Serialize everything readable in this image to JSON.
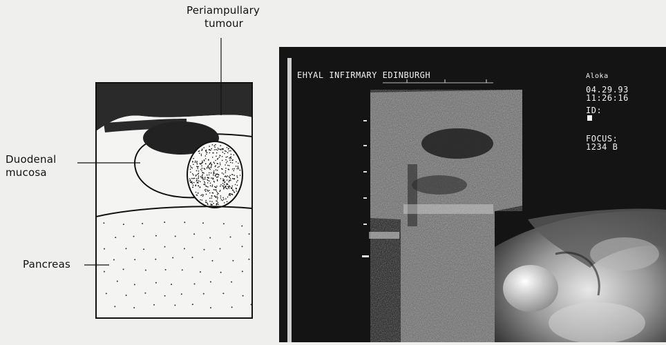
{
  "diagram": {
    "labels": {
      "periampullary_tumour_line1": "Periampullary",
      "periampullary_tumour_line2": "tumour",
      "duodenal_mucosa_line1": "Duodenal",
      "duodenal_mucosa_line2": "mucosa",
      "pancreas": "Pancreas"
    }
  },
  "ultrasound": {
    "header": "EHYAL INFIRMARY EDINBURGH",
    "brand": "Aloka",
    "date": "04.29.93",
    "time": "11:26:16",
    "id_label": "ID:",
    "focus_label": "FOCUS:",
    "focus_value": "1234 B"
  },
  "colors": {
    "page_background": "#efefed",
    "ink": "#111111",
    "scan_background": "#141414",
    "scan_text": "#f2f2f2"
  }
}
